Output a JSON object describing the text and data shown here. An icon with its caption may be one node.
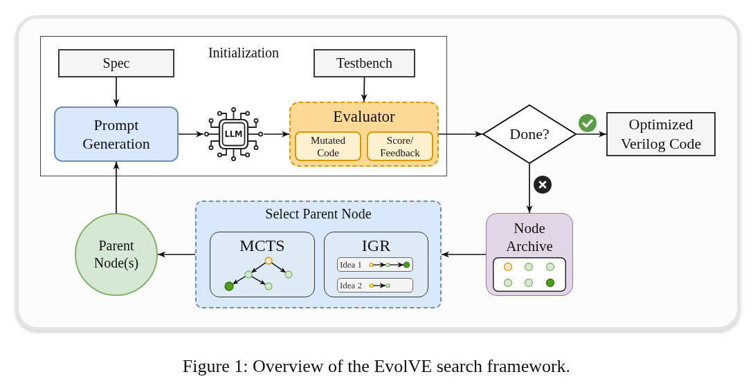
{
  "diagram": {
    "caption": "Figure 1: Overview of the EvolVE search framework.",
    "nodes": [
      {
        "text": [
          "Initialization"
        ]
      },
      {
        "text": [
          "Spec"
        ],
        "in": 0
      },
      {
        "text": [
          "Testbench"
        ],
        "in": 0
      },
      {
        "text": [
          "Prompt Generation"
        ],
        "in": 0
      },
      {
        "text": [
          "LLM"
        ],
        "in": 0
      },
      {
        "text": [
          "Evaluator"
        ],
        "in": 0
      },
      {
        "text": [
          "Mutated Code"
        ],
        "in": 5
      },
      {
        "text": [
          "Score/ Feedback"
        ],
        "in": 5
      },
      {
        "text": [
          "Done?"
        ]
      },
      {
        "text": [
          "Optimized Verilog Code"
        ]
      },
      {
        "text": [
          "Node Archive"
        ]
      },
      {
        "text": [
          "Select Parent Node"
        ]
      },
      {
        "text": [
          "MCTS"
        ],
        "in": 11
      },
      {
        "text": [
          "IGR"
        ],
        "in": 11
      },
      {
        "text": [
          "Idea 1"
        ],
        "in": 13
      },
      {
        "text": [
          "Idea 2"
        ],
        "in": 13
      },
      {
        "text": [
          "Parent Node(s)"
        ]
      }
    ],
    "edges": [
      {
        "from": 1,
        "to": 3,
        "arrow": "to"
      },
      {
        "from": 2,
        "to": 5,
        "arrow": "to"
      },
      {
        "from": 3,
        "to": 4,
        "arrow": "to"
      },
      {
        "from": 4,
        "to": 5,
        "arrow": "to"
      },
      {
        "from": 5,
        "to": 8,
        "arrow": "to"
      },
      {
        "from": 8,
        "to": 9,
        "arrow": "to"
      },
      {
        "from": 8,
        "to": 10,
        "arrow": "to"
      },
      {
        "from": 10,
        "to": 11,
        "arrow": "to"
      },
      {
        "from": 11,
        "to": 16,
        "arrow": "to"
      },
      {
        "from": 16,
        "to": 3,
        "arrow": "to"
      }
    ]
  }
}
